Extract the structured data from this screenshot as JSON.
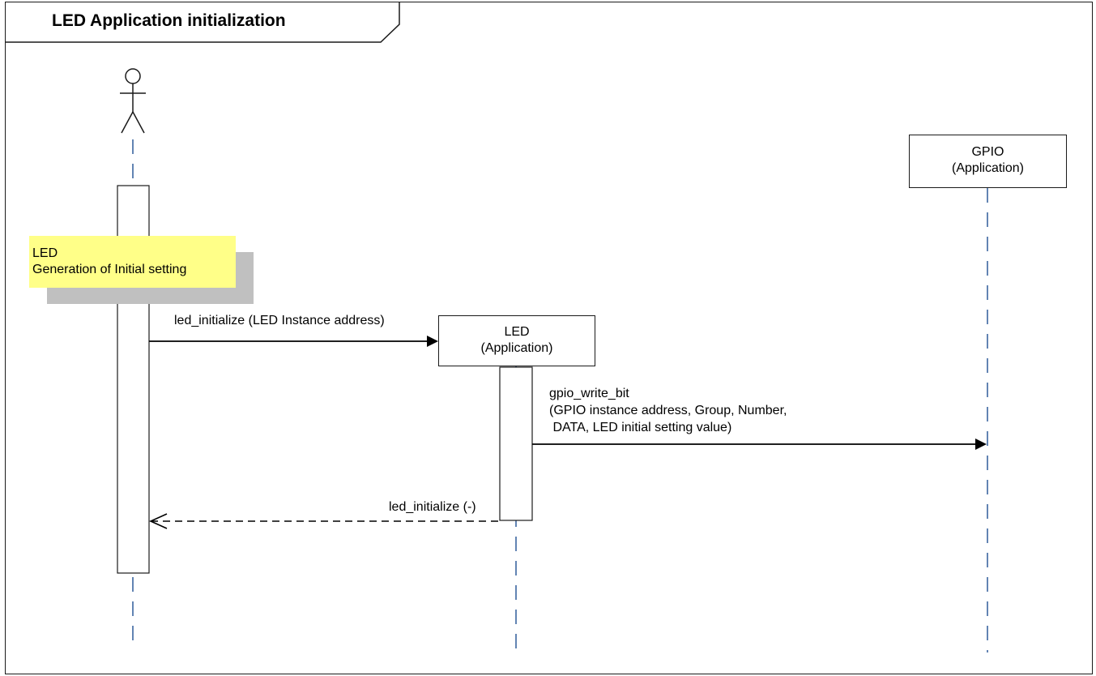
{
  "title": "LED Application initialization",
  "note": {
    "line1": "LED",
    "line2": "Generation of Initial setting"
  },
  "lifelines": {
    "led": {
      "name": "LED",
      "type": "(Application)"
    },
    "gpio": {
      "name": "GPIO",
      "type": "(Application)"
    }
  },
  "messages": {
    "call1": "led_initialize (LED Instance address)",
    "call2": {
      "line1": "gpio_write_bit",
      "line2": "(GPIO instance address, Group, Number,",
      "line3": " DATA, LED initial setting value)"
    },
    "return1": "led_initialize (-)"
  }
}
